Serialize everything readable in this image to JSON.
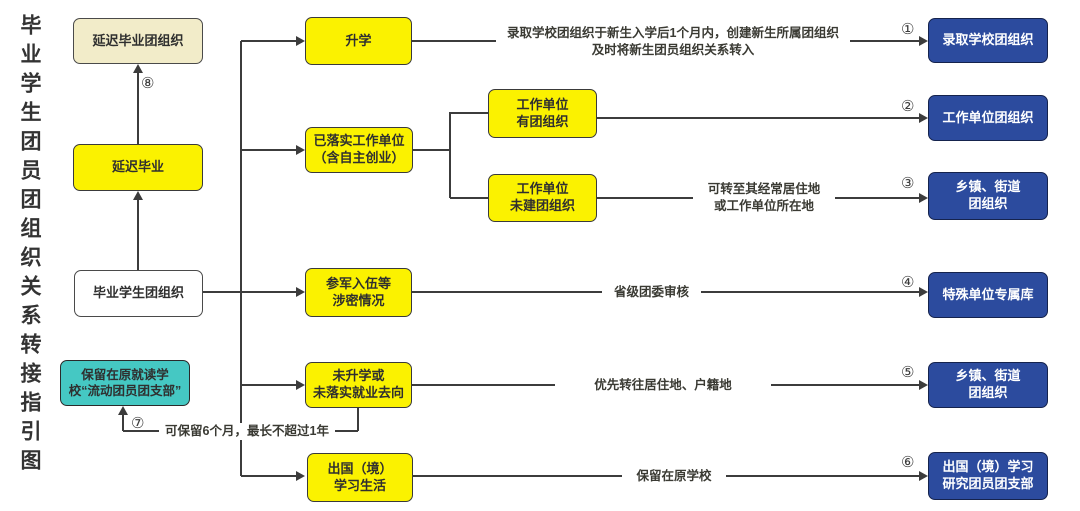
{
  "title": "毕业学生团员团组织关系转接指引图",
  "nodes": {
    "delayed_org": "延迟毕业团组织",
    "delayed": "延迟毕业",
    "graduate": "毕业学生团组织",
    "reserved": "保留在原就读学\n校“流动团员团支部”",
    "further_study": "升学",
    "employed": "已落实工作单位\n（含自主创业）",
    "work_has_org": "工作单位\n有团组织",
    "work_no_org": "工作单位\n未建团组织",
    "army": "参军入伍等\n涉密情况",
    "no_study_no_job": "未升学或\n未落实就业去向",
    "abroad": "出国（境）\n学习生活"
  },
  "destinations": [
    {
      "num": "①",
      "label": "录取学校团组织"
    },
    {
      "num": "②",
      "label": "工作单位团组织"
    },
    {
      "num": "③",
      "label": "乡镇、街道\n团组织"
    },
    {
      "num": "④",
      "label": "特殊单位专属库"
    },
    {
      "num": "⑤",
      "label": "乡镇、街道\n团组织"
    },
    {
      "num": "⑥",
      "label": "出国（境）学习\n研究团员团支部"
    }
  ],
  "edge_labels": {
    "admission_note": "录取学校团组织于新生入学后1个月内，创建新生所属团组织\n及时将新生团员组织关系转入",
    "residence_note": "可转至其经常居住地\n或工作单位所在地",
    "province_review": "省级团委审核",
    "priority_transfer": "优先转往居住地、户籍地",
    "keep_school": "保留在原学校",
    "keep_6_months": "可保留6个月，最长不超过1年"
  },
  "markers": {
    "reserve": "⑦",
    "delay": "⑧"
  },
  "colors": {
    "yellow": "#FBF200",
    "blue": "#2C4B9E",
    "beige": "#F2ECC9",
    "cyan": "#45C8C3",
    "line": "#3C3C3C"
  }
}
